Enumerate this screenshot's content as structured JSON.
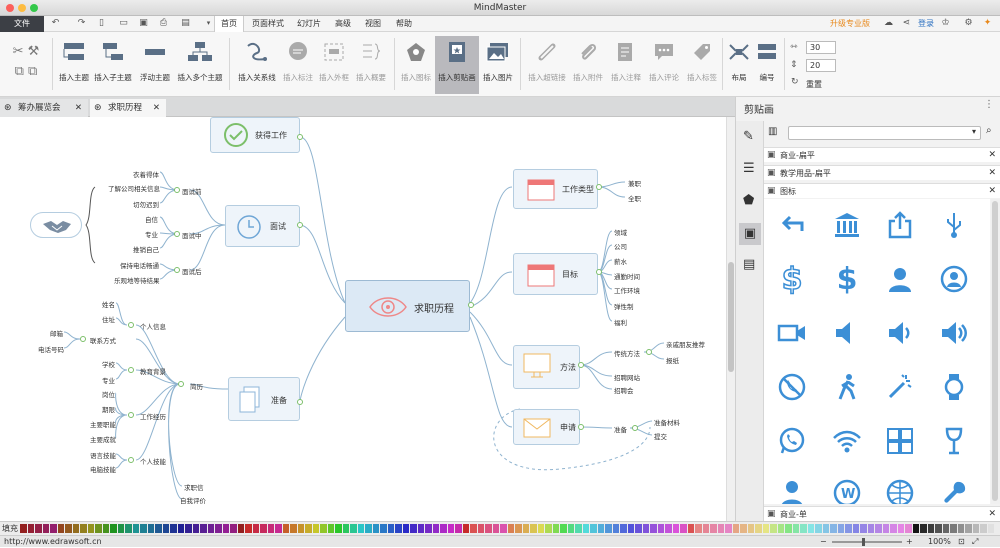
{
  "app": {
    "title": "MindMaster"
  },
  "menu": {
    "file": "文件",
    "tabs": [
      "首页",
      "页面样式",
      "幻灯片",
      "高级",
      "视图",
      "帮助"
    ],
    "upgrade": "升级专业版",
    "login": "登录"
  },
  "ribbon": {
    "insert_topic": "插入主题",
    "insert_subtopic": "插入子主题",
    "float_topic": "浮动主题",
    "insert_multi": "插入多个主题",
    "relation": "插入关系线",
    "callout": "插入标注",
    "boundary": "插入外框",
    "summary": "插入概要",
    "icon": "插入图标",
    "clipart": "插入剪贴画",
    "image": "插入图片",
    "hyperlink": "插入超链接",
    "attachment": "插入附件",
    "note": "插入注释",
    "comment": "插入评论",
    "tag": "插入标签",
    "layout": "布局",
    "numbering": "编号",
    "reset": "重置",
    "spin_a": "30",
    "spin_b": "20"
  },
  "doc_tabs": [
    "筹办展览会",
    "求职历程"
  ],
  "mindmap": {
    "center": "求职历程",
    "right": {
      "job_type": {
        "label": "工作类型",
        "leaves": [
          "兼职",
          "全职"
        ]
      },
      "goal": {
        "label": "目标",
        "leaves": [
          "领域",
          "公司",
          "薪水",
          "通勤时间",
          "工作环境",
          "弹性制",
          "福利"
        ]
      },
      "method": {
        "label": "方法",
        "children": [
          {
            "label": "传统方法",
            "leaves": [
              "亲戚朋友推荐",
              "报纸"
            ]
          },
          {
            "label": "招聘网站",
            "leaves": []
          },
          {
            "label": "招聘会",
            "leaves": []
          }
        ]
      },
      "apply": {
        "label": "申请",
        "children": [
          {
            "label": "准备",
            "leaves": [
              "准备材料",
              "提交"
            ]
          }
        ]
      }
    },
    "left": {
      "get_job": {
        "label": "获得工作"
      },
      "interview": {
        "label": "面试",
        "children": [
          {
            "label": "面试前",
            "leaves": [
              "衣着得体",
              "了解公司相关信息",
              "切勿迟到"
            ]
          },
          {
            "label": "面试中",
            "leaves": [
              "自信",
              "专业",
              "推销自己"
            ]
          },
          {
            "label": "面试后",
            "leaves": [
              "保持电话畅通",
              "乐观地等待结果"
            ]
          }
        ]
      },
      "prepare": {
        "label": "准备",
        "resume": "简历",
        "children": [
          {
            "label": "个人信息",
            "leaves": [
              "姓名",
              "住址"
            ]
          },
          {
            "label": "联系方式",
            "leaves": [
              "邮箱",
              "电话号码"
            ]
          },
          {
            "label": "教育背景",
            "leaves": [
              "学校",
              "专业"
            ]
          },
          {
            "label": "工作经历",
            "leaves": [
              "岗位",
              "期限",
              "主要职能",
              "主要成就"
            ]
          },
          {
            "label": "个人技能",
            "leaves": [
              "语言技能",
              "电脑技能"
            ]
          }
        ],
        "extra": [
          "求职信",
          "自我评价"
        ]
      }
    }
  },
  "panel": {
    "title": "剪贴画",
    "categories": [
      "商业-扁平",
      "教学用品-扁平",
      "图标"
    ],
    "bottom_category": "商业-单"
  },
  "colorbar": {
    "label": "填充"
  },
  "status": {
    "url": "http://www.edrawsoft.cn",
    "zoom": "100%"
  },
  "colors": {
    "accent": "#3c8fd6",
    "node_border": "#b5cde0",
    "node_fill": "#eef4fa",
    "branch": "#7fa7c4"
  }
}
